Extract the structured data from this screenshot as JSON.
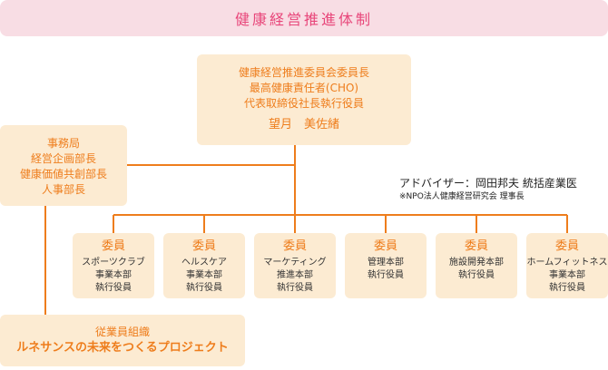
{
  "title": "健康経営推進体制",
  "top": {
    "lines": [
      "健康経営推進委員会委員長",
      "最高健康責任者(CHO)",
      "代表取締役社長執行役員"
    ],
    "name": "望月　美佐緒"
  },
  "office": {
    "lines": [
      "事務局",
      "経営企画部長",
      "健康価値共創部長",
      "人事部長"
    ]
  },
  "advisor": {
    "line1": "アドバイザー：岡田邦夫 統括産業医",
    "line2": "※NPO法人健康経営研究会 理事長"
  },
  "members": [
    {
      "title": "委員",
      "lines": [
        "スポーツクラブ",
        "事業本部",
        "執行役員"
      ]
    },
    {
      "title": "委員",
      "lines": [
        "ヘルスケア",
        "事業本部",
        "執行役員"
      ]
    },
    {
      "title": "委員",
      "lines": [
        "マーケティング",
        "推進本部",
        "執行役員"
      ]
    },
    {
      "title": "委員",
      "lines": [
        "管理本部",
        "執行役員"
      ]
    },
    {
      "title": "委員",
      "lines": [
        "施設開発本部",
        "執行役員"
      ]
    },
    {
      "title": "委員",
      "lines": [
        "ホームフィットネス",
        "事業本部",
        "執行役員"
      ]
    }
  ],
  "employees": {
    "line1": "従業員組織",
    "line2": "ルネサンスの未来をつくるプロジェクト"
  },
  "colors": {
    "accent": "#ee7d1c",
    "title_text": "#e8467a",
    "title_bg": "#f8dde4",
    "box_bg": "#fcebd2"
  }
}
